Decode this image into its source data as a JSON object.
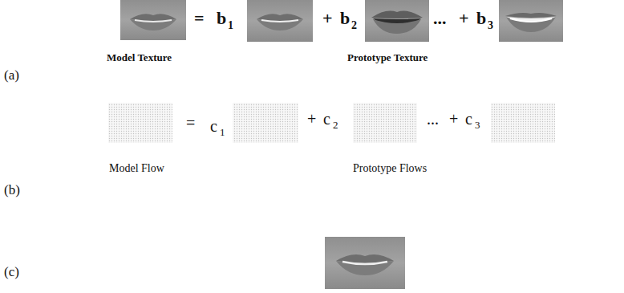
{
  "diagram": {
    "labels": [
      "(a)",
      "=",
      "b",
      "1",
      "+",
      "b",
      "2",
      "...",
      "+",
      "b",
      "3",
      "Model Texture",
      "Prototype Texture",
      "(b)",
      "=",
      "c",
      "1",
      "+",
      "c",
      "2",
      "...",
      "+",
      "c",
      "3",
      "Model Flow",
      "Prototype Flows",
      "(c)"
    ]
  }
}
